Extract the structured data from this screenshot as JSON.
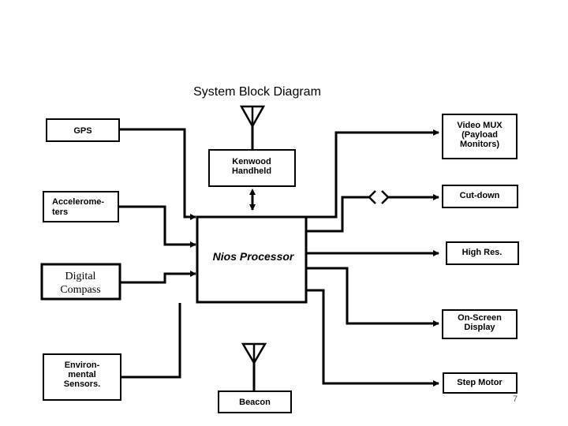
{
  "diagram": {
    "title": "System Block Diagram",
    "processor": "Nios Processor",
    "inputs": {
      "gps": "GPS",
      "accel": [
        "Accelerome-",
        "ters"
      ],
      "compass": [
        "Digital",
        "Compass"
      ],
      "env": [
        "Environ-",
        "mental",
        "Sensors."
      ]
    },
    "radio": [
      "Kenwood",
      "Handheld"
    ],
    "beacon": "Beacon",
    "outputs": {
      "video": [
        "Video MUX",
        "(Payload",
        "Monitors)"
      ],
      "cutdown": "Cut-down",
      "highres": "High Res.",
      "osd": [
        "On-Screen",
        "Display"
      ],
      "step": "Step Motor"
    },
    "page_number": "7"
  }
}
